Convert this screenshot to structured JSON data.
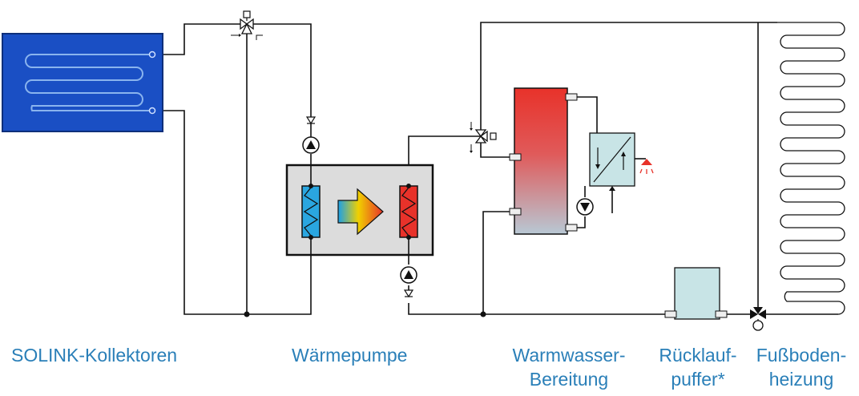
{
  "labels": {
    "collectors": "SOLINK-Kollektoren",
    "heat_pump": "Wärmepumpe",
    "hot_water_1": "Warmwasser-",
    "hot_water_2": "Bereitung",
    "return_buffer_1": "Rücklauf-",
    "return_buffer_2": "puffer*",
    "floor_heating_1": "Fußboden-",
    "floor_heating_2": "heizung"
  },
  "colors": {
    "label_text": "#2a7fb8",
    "collector_fill": "#1a4fc4",
    "collector_pipe": "#8ab4ee",
    "evaporator": "#2aa6e0",
    "condenser": "#e8322a",
    "heat_pump_box": "#dcdcdc",
    "tank_top": "#e8322a",
    "tank_bottom": "#b8c8d4",
    "buffer": "#c8e4e6",
    "exchanger": "#c8e4e6",
    "tap": "#e8322a"
  }
}
